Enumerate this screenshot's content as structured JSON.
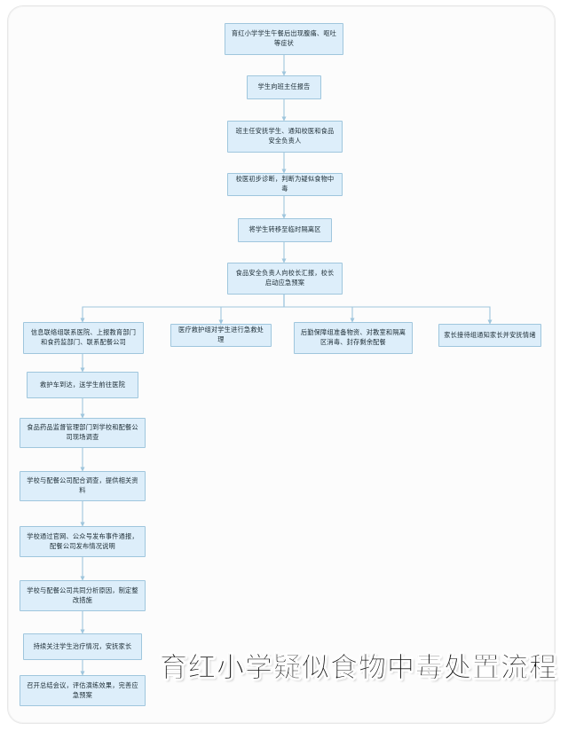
{
  "document": {
    "title": "育红小学疑似食物中毒处置流程",
    "background_color": "#ffffff",
    "node_fill": "#ddeefa",
    "node_border": "#9fc6dd",
    "connector_color": "#9fc6dd"
  },
  "flow": {
    "main_chain": [
      {
        "id": "n1",
        "label": "育红小学学生午餐后出现腹痛、呕吐等症状"
      },
      {
        "id": "n2",
        "label": "学生向班主任报告"
      },
      {
        "id": "n3",
        "label": "班主任安抚学生、通知校医和食品安全负责人"
      },
      {
        "id": "n4",
        "label": "校医初步诊断，判断为疑似食物中毒"
      },
      {
        "id": "n5",
        "label": "将学生转移至临时隔离区"
      },
      {
        "id": "n6",
        "label": "食品安全负责人向校长汇报，校长启动应急预案"
      }
    ],
    "branches": [
      {
        "id": "b1",
        "label": "信息联络组联系医院、上报教育部门和食药监部门、联系配餐公司"
      },
      {
        "id": "b2",
        "label": "医疗救护组对学生进行急救处理"
      },
      {
        "id": "b3",
        "label": "后勤保障组准备物资、对教室和隔离区消毒、封存剩余配餐"
      },
      {
        "id": "b4",
        "label": "家长接待组通知家长并安抚情绪"
      }
    ],
    "left_chain": [
      {
        "id": "l1",
        "label": "救护车到达，送学生前往医院"
      },
      {
        "id": "l2",
        "label": "食品药品监督管理部门到学校和配餐公司现场调查"
      },
      {
        "id": "l3",
        "label": "学校与配餐公司配合调查，提供相关资料"
      },
      {
        "id": "l4",
        "label": "学校通过官网、公众号发布事件通报，配餐公司发布情况说明"
      },
      {
        "id": "l5",
        "label": "学校与配餐公司共同分析原因，制定整改措施"
      },
      {
        "id": "l6",
        "label": "持续关注学生治疗情况，安抚家长"
      },
      {
        "id": "l7",
        "label": "召开总结会议，评估演练效果，完善应急预案"
      }
    ]
  }
}
